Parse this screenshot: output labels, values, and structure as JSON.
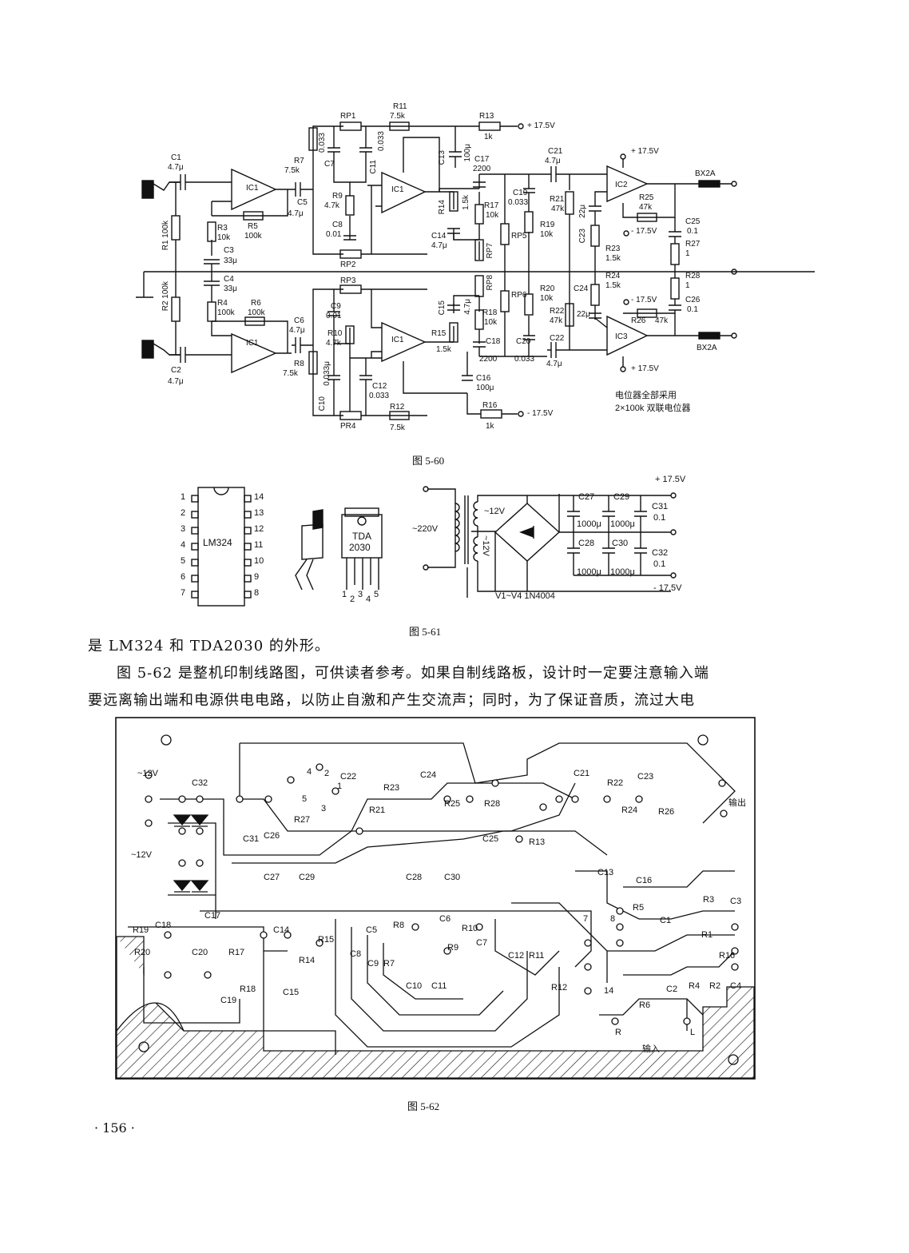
{
  "figures": {
    "fig_5_60": {
      "caption": "图  5-60",
      "note_line1": "电位器全部采用",
      "note_line2": "2×100k 双联电位器",
      "labels": {
        "c1": "C1",
        "c1v": "4.7μ",
        "r1": "R1 100k",
        "r2": "R2 100k",
        "c2": "C2",
        "c2v": "4.7μ",
        "r3": "R3",
        "r3v": "10k",
        "c3": "C3",
        "c3v": "33μ",
        "c4": "C4",
        "c4v": "33μ",
        "r4": "R4",
        "r4v": "100k",
        "r5": "R5",
        "r5v": "100k",
        "r6": "R6",
        "r6v": "100k",
        "ic1a": "IC1",
        "ic1b": "IC1",
        "ic1c": "IC1",
        "ic1d": "IC1",
        "r7": "R7",
        "r7v": "7.5k",
        "c5": "C5",
        "c5v": "4.7μ",
        "c6": "C6",
        "c6v": "4.7μ",
        "r8": "R8",
        "r8v": "7.5k",
        "rp1": "RP1",
        "rp2": "RP2",
        "rp3": "RP3",
        "rp4": "PR4",
        "c7": "C7",
        "c7v": "0.033",
        "c8": "C8",
        "c8v": "0.01",
        "r9": "R9",
        "r9v": "4.7k",
        "r10": "R10",
        "r10v": "4.7k",
        "c9": "C9",
        "c9v": "0.01",
        "c10": "C10",
        "c10v": "0.033μ",
        "c11": "C11",
        "c11v": "0.033",
        "c12": "C12",
        "c12v": "0.033",
        "r11": "R11",
        "r11v": "7.5k",
        "r12": "R12",
        "r12v": "7.5k",
        "r13": "R13",
        "r13v": "1k",
        "r16": "R16",
        "r16v": "1k",
        "c13": "C13",
        "c13v": "100μ",
        "c16": "C16",
        "c16v": "100μ",
        "plus175": "+ 17.5V",
        "minus175": "- 17.5V",
        "r14": "R14",
        "r14v": "1.5k",
        "r15": "R15",
        "r15v": "1.5k",
        "c14": "C14",
        "c14v": "4.7μ",
        "c15": "C15",
        "c15v": "4.7μ",
        "c17": "C17",
        "c17v": "2200",
        "c18": "C18",
        "c18v": "2200",
        "r17": "R17",
        "r17v": "10k",
        "r18": "R18",
        "r18v": "10k",
        "rp5": "RP5",
        "rp6": "RP6",
        "rp7": "RP7",
        "rp8": "RP8",
        "c19": "C19",
        "c19v": "0.033",
        "c20": "C20",
        "c20v": "0.033",
        "r19": "R19",
        "r19v": "10k",
        "r20": "R20",
        "r20v": "10k",
        "c21": "C21",
        "c21v": "4.7μ",
        "c22": "C22",
        "c22v": "4.7μ",
        "r21": "R21",
        "r21v": "47k",
        "r22": "R22",
        "r22v": "47k",
        "c23": "C23",
        "c23v": "22μ",
        "c24": "C24",
        "c24v": "22μ",
        "r23": "R23",
        "r23v": "1.5k",
        "r24": "R24",
        "r24v": "1.5k",
        "ic2": "IC2",
        "ic3": "IC3",
        "r25": "R25",
        "r25v": "47k",
        "r26": "R26",
        "r26v": "47k",
        "c25": "C25",
        "c25v": "0.1",
        "c26": "C26",
        "c26v": "0.1",
        "r27": "R27",
        "r27v": "1",
        "r28": "R28",
        "r28v": "1",
        "bx1": "BX2A",
        "bx2": "BX2A"
      }
    },
    "fig_5_61": {
      "caption": "图  5-61",
      "chip1": "LM324",
      "chip2_line1": "TDA",
      "chip2_line2": "2030",
      "left_pins": [
        "1",
        "2",
        "3",
        "4",
        "5",
        "6",
        "7"
      ],
      "right_pins": [
        "14",
        "13",
        "12",
        "11",
        "10",
        "9",
        "8"
      ],
      "tda_pins": [
        "1",
        "2",
        "3",
        "4",
        "5"
      ],
      "ac_in": "~220V",
      "sec1": "~12V",
      "sec2": "~12V",
      "diodes": "V1~V4  1N4004",
      "plus": "+ 17.5V",
      "minus": "- 17.5V",
      "caps": {
        "c27": "C27",
        "c27v": "1000μ",
        "c28": "C28",
        "c28v": "1000μ",
        "c29": "C29",
        "c29v": "1000μ",
        "c30": "C30",
        "c30v": "1000μ",
        "c31": "C31",
        "c31v": "0.1",
        "c32": "C32",
        "c32v": "0.1"
      }
    },
    "fig_5_62": {
      "caption": "图  5-62",
      "labels": {
        "ac1": "~12V",
        "ac2": "~12V",
        "out": "输出",
        "in": "输入",
        "r": "R",
        "l": "L",
        "c32": "C32",
        "c31": "C31",
        "c26": "C26",
        "r27": "R27",
        "c22": "C22",
        "r23": "R23",
        "r21": "R21",
        "c24": "C24",
        "r25": "R25",
        "r28": "R28",
        "c25": "C25",
        "r13": "R13",
        "c21": "C21",
        "r22": "R22",
        "r24": "R24",
        "c23": "C23",
        "r26": "R26",
        "c27": "C27",
        "c29": "C29",
        "c28": "C28",
        "c30": "C30",
        "c13": "C13",
        "c16": "C16",
        "c17": "C17",
        "r19": "R19",
        "c18": "C18",
        "r20": "R20",
        "c20": "C20",
        "r17": "R17",
        "c19": "C19",
        "r18": "R18",
        "c14": "C14",
        "r15": "R15",
        "r14": "R14",
        "c15": "C15",
        "c5": "C5",
        "r8": "R8",
        "c6": "C6",
        "r10": "R10",
        "c8": "C8",
        "c9": "C9",
        "r7": "R7",
        "c10": "C10",
        "c11": "C11",
        "r9": "R9",
        "c7": "C7",
        "c12": "C12",
        "r11": "R11",
        "r12": "R12",
        "r5": "R5",
        "c1": "C1",
        "r3": "R3",
        "c3": "C3",
        "r1": "R1",
        "r16": "R16",
        "r4": "R4",
        "r2": "R2",
        "c4": "C4",
        "c2": "C2",
        "r6": "R6",
        "n1": "1",
        "n2": "2",
        "n3": "3",
        "n4": "4",
        "n5": "5",
        "n7": "7",
        "n8": "8",
        "n14": "14"
      }
    }
  },
  "text": {
    "line1": "是 LM324 和 TDA2030 的外形。",
    "line2": "图 5-62 是整机印制线路图，可供读者参考。如果自制线路板，设计时一定要注意输入端",
    "line3": "要远离输出端和电源供电电路，以防止自激和产生交流声；同时，为了保证音质，流过大电"
  },
  "page_number": "· 156 ·"
}
